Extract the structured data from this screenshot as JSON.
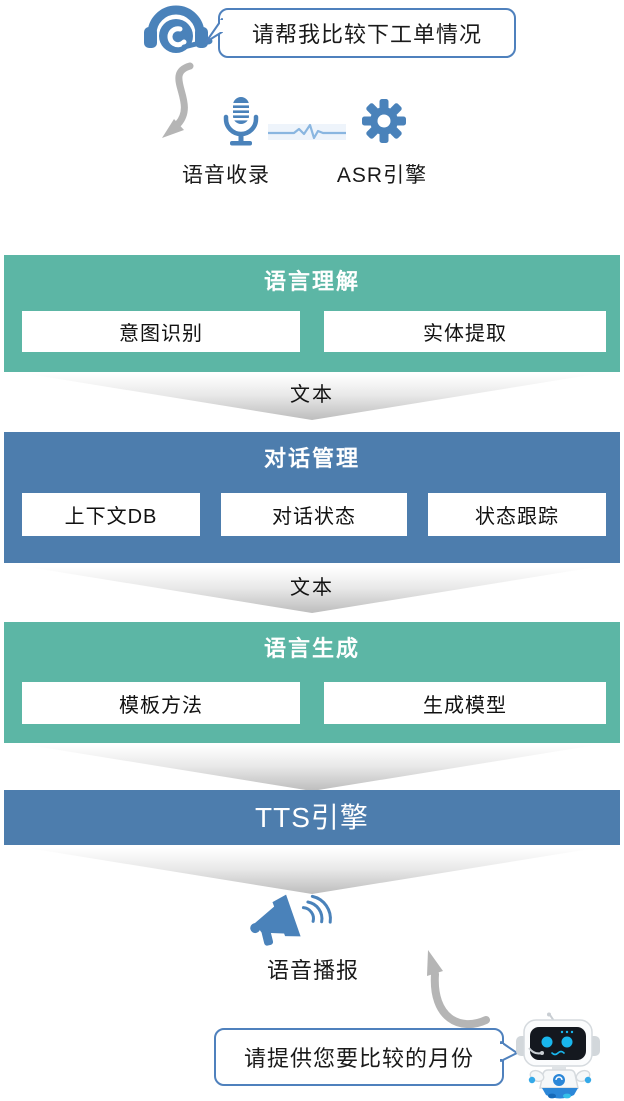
{
  "user": {
    "bubble_text": "请帮我比较下工单情况"
  },
  "input_stage": {
    "voice_capture_label": "语音收录",
    "asr_label": "ASR引擎"
  },
  "blocks": {
    "nlu": {
      "title": "语言理解",
      "items": [
        "意图识别",
        "实体提取"
      ]
    },
    "dm": {
      "title": "对话管理",
      "items": [
        "上下文DB",
        "对话状态",
        "状态跟踪"
      ]
    },
    "nlg": {
      "title": "语言生成",
      "items": [
        "模板方法",
        "生成模型"
      ]
    },
    "tts": {
      "title": "TTS引擎"
    }
  },
  "arrows": {
    "label_1": "文本",
    "label_2": "文本"
  },
  "output_stage": {
    "broadcast_label": "语音播报",
    "bot_bubble_text": "请提供您要比较的月份"
  },
  "icons": [
    "headset-agent-icon",
    "microphone-icon",
    "waveform-icon",
    "gear-icon",
    "curved-arrow-down-icon",
    "megaphone-icon",
    "curved-arrow-up-icon",
    "robot-icon"
  ],
  "colors": {
    "green_block": "#5cb6a5",
    "blue_block": "#4d7dad",
    "icon_blue": "#4a82ba",
    "bubble_border": "#4f81bd",
    "arrow_gray": "#b5b5b5",
    "waveform_blue": "#8ab6e0"
  }
}
